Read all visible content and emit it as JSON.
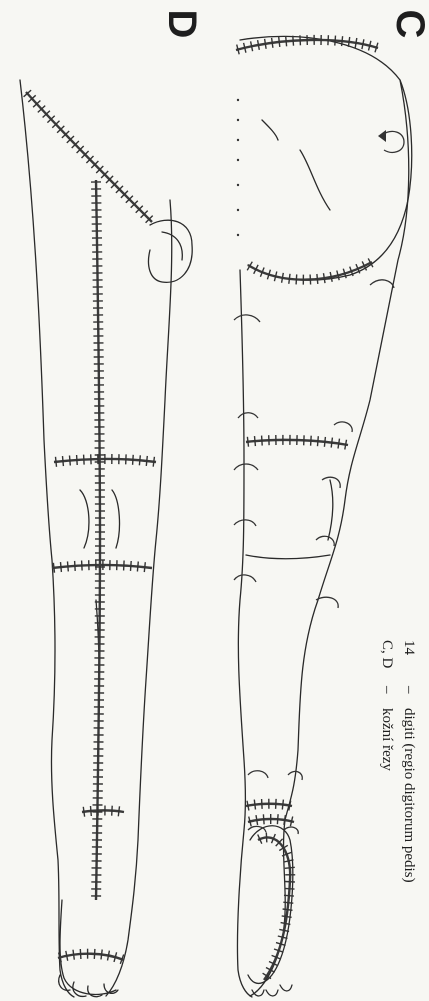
{
  "figure_labels": {
    "c": "C",
    "d": "D"
  },
  "legend": [
    {
      "key": "14",
      "dash": "–",
      "text": "digiti (regio digitorum pedis)"
    },
    {
      "key": "C, D",
      "dash": "–",
      "text": "kožní řezy"
    }
  ]
}
